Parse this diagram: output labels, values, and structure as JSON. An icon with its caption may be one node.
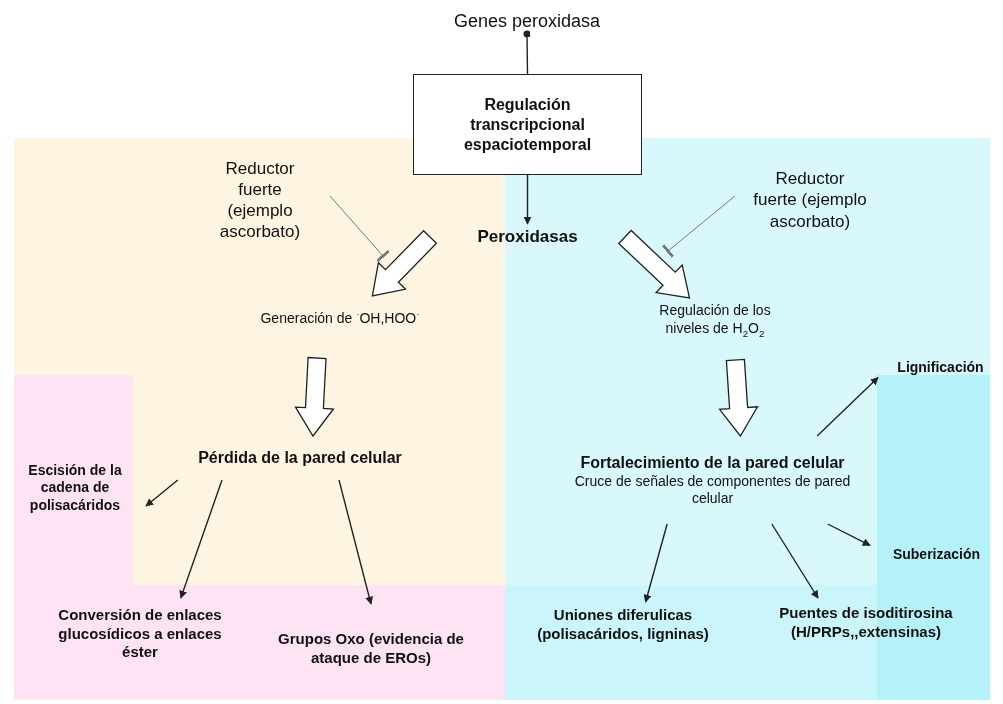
{
  "diagram": {
    "nodes": [
      {
        "text": [
          "Genes peroxidasa"
        ]
      },
      {
        "text": [
          "Regulación transcripcional espaciotemporal"
        ]
      },
      {
        "text": [
          "Peroxidasas"
        ]
      },
      {
        "text": [
          "Reductor fuerte (ejemplo ascorbato)"
        ]
      },
      {
        "text": [
          "Reductor fuerte (ejemplo ascorbato)"
        ]
      },
      {
        "text": [
          "Generación de $^{·}$OH,HOO$^{·}$"
        ]
      },
      {
        "text": [
          "Regulación de los niveles de H$_{2}$O$_{2}$"
        ]
      },
      {
        "text": [
          "Pérdida de la pared celular"
        ]
      },
      {
        "text": [
          "Fortalecimiento de la pared celular",
          "Cruce de señales de componentes de pared celular"
        ]
      },
      {
        "text": [
          "Lignificación"
        ]
      },
      {
        "text": [
          "Escisión de la cadena de polisacáridos"
        ]
      },
      {
        "text": [
          "Conversión de enlaces glucosídicos a enlaces éster"
        ]
      },
      {
        "text": [
          "Grupos Oxo (evidencia de ataque de EROs)"
        ]
      },
      {
        "text": [
          "Suberización"
        ]
      },
      {
        "text": [
          "Uniones diferulicas (polisacáridos, ligninas)"
        ]
      },
      {
        "text": [
          "Puentes de isoditirosina (H/PRPs,,extensinas)"
        ]
      }
    ],
    "edges": [
      {
        "from": 0,
        "to": 1,
        "arrow": "other"
      },
      {
        "from": 1,
        "to": 2,
        "arrow": "to"
      },
      {
        "from": 2,
        "to": 5,
        "arrow": "to",
        "style": "thick"
      },
      {
        "from": 2,
        "to": 6,
        "arrow": "to",
        "style": "thick"
      },
      {
        "from": 3,
        "to": null,
        "arrow": "other"
      },
      {
        "from": 4,
        "to": null,
        "arrow": "other"
      },
      {
        "from": 5,
        "to": 7,
        "arrow": "to",
        "style": "thick"
      },
      {
        "from": 6,
        "to": 8,
        "arrow": "to",
        "style": "thick"
      },
      {
        "from": 8,
        "to": 9,
        "arrow": "to"
      },
      {
        "from": 7,
        "to": 10,
        "arrow": "to"
      },
      {
        "from": 7,
        "to": 11,
        "arrow": "to"
      },
      {
        "from": 7,
        "to": 12,
        "arrow": "to"
      },
      {
        "from": 8,
        "to": 13,
        "arrow": "to"
      },
      {
        "from": 8,
        "to": 14,
        "arrow": "to"
      },
      {
        "from": 8,
        "to": 15,
        "arrow": "to"
      }
    ]
  }
}
